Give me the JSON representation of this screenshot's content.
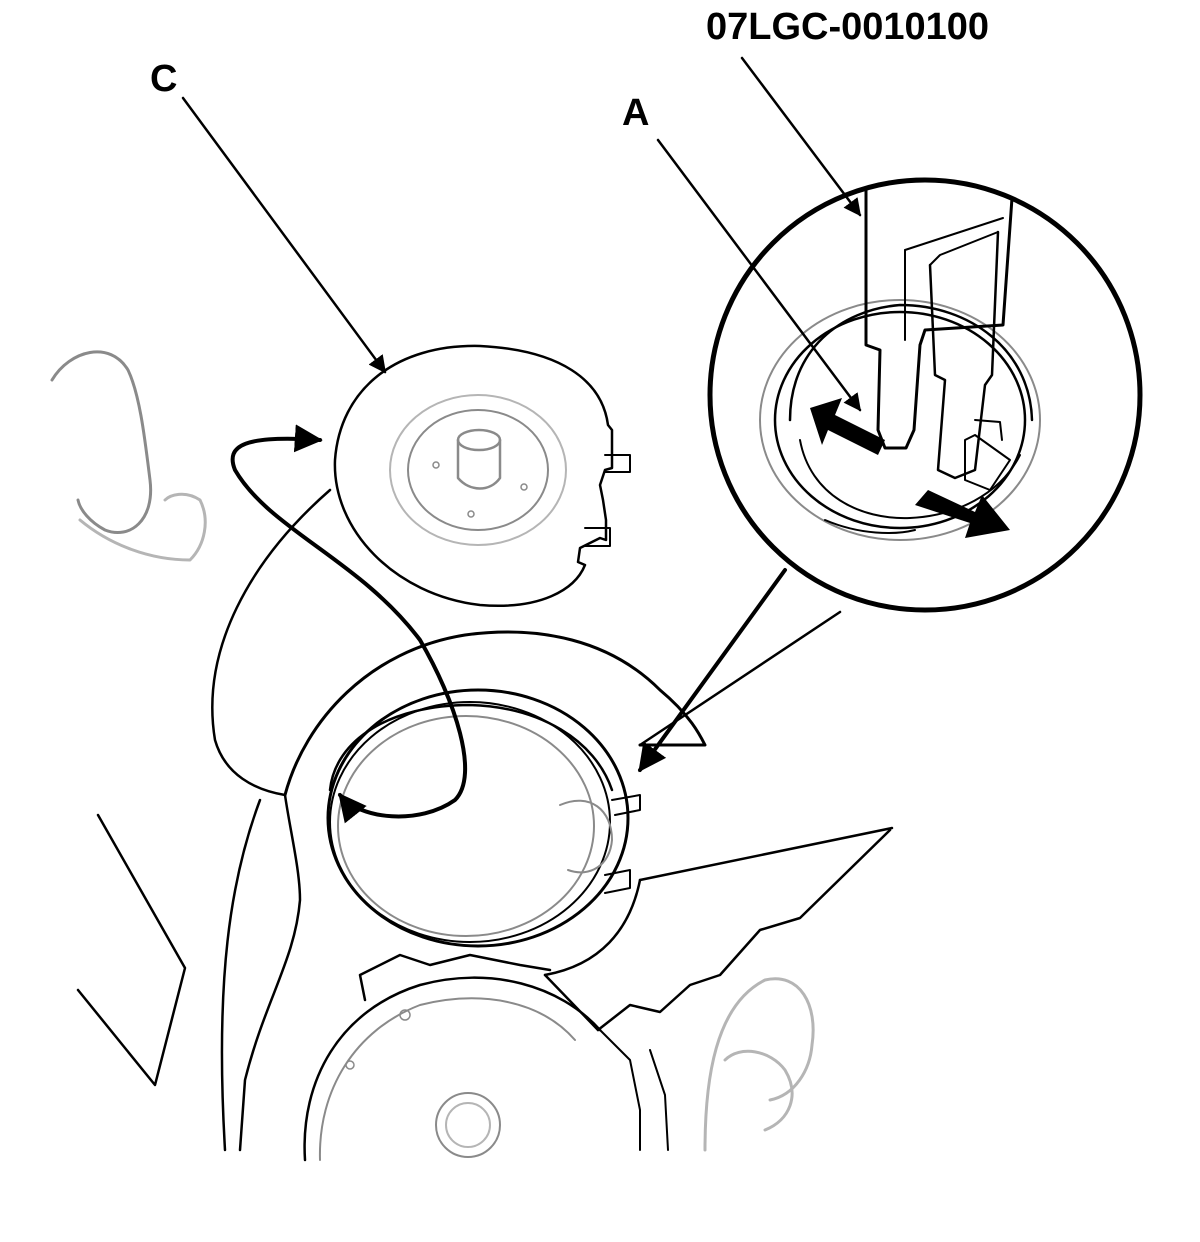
{
  "callouts": {
    "tool_number": "07LGC-0010100",
    "part_a": "A",
    "part_c": "C"
  },
  "colors": {
    "line": "#000000",
    "background": "#ffffff",
    "faint_line": "#8a8a8a"
  }
}
